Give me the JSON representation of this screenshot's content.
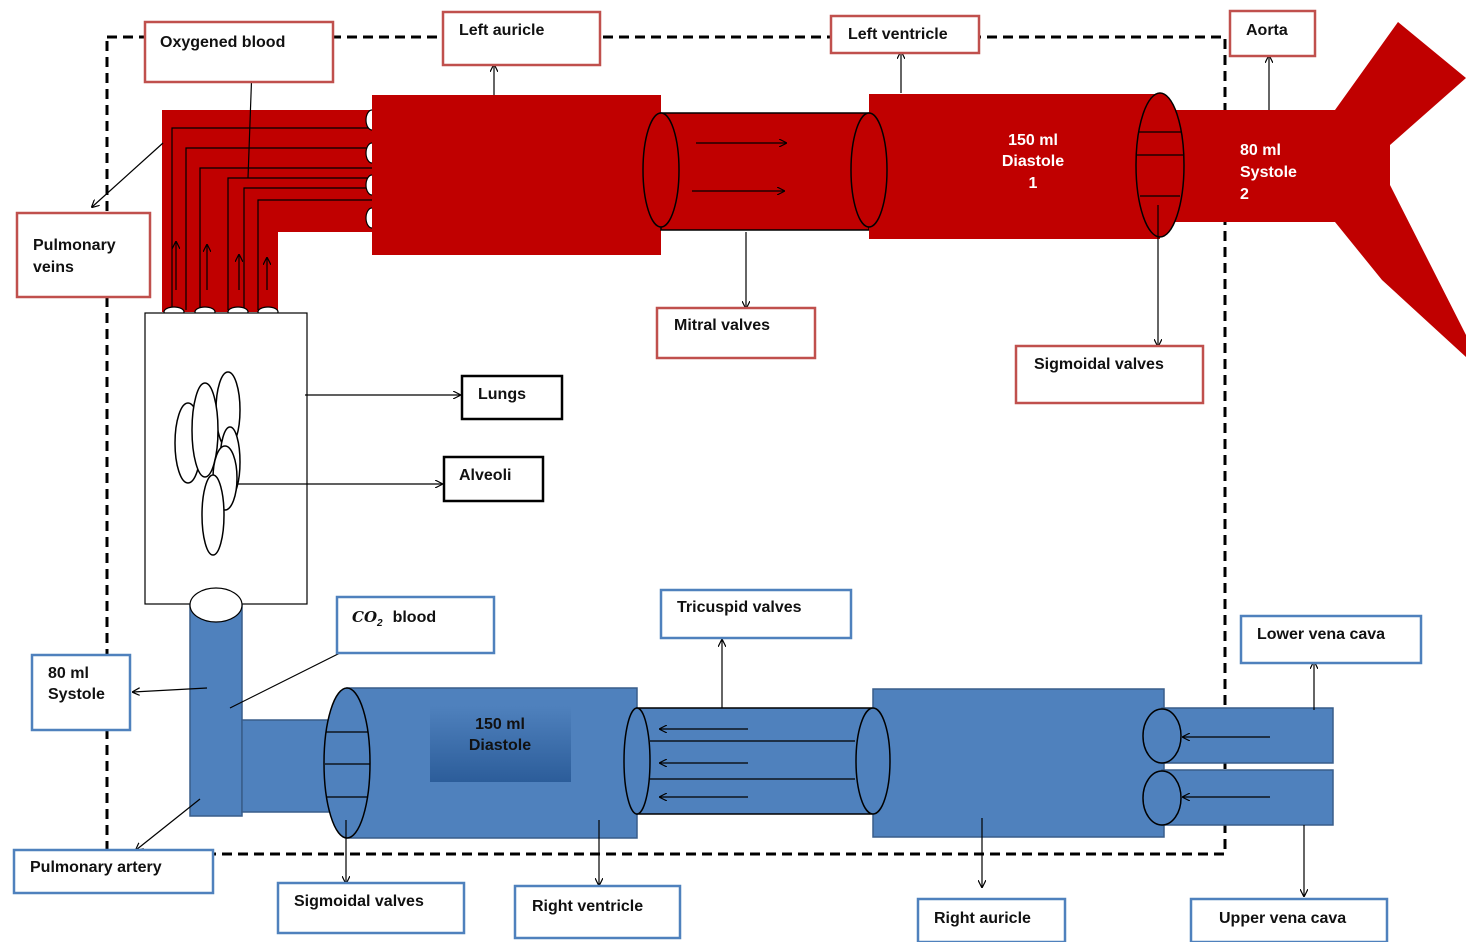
{
  "colors": {
    "oxygenated": "#c00000",
    "deoxygenated": "#4f81bd",
    "oxy_label_border": "#c0504d",
    "deoxy_label_border": "#4f81bd",
    "neutral_label_border": "#000000"
  },
  "labels": {
    "oxygened_blood": "Oxygened blood",
    "left_auricle": "Left auricle",
    "left_ventricle": "Left ventricle",
    "aorta": "Aorta",
    "pulmonary_veins_1": "Pulmonary",
    "pulmonary_veins_2": "veins",
    "mitral_valves": "Mitral valves",
    "sigmoidal_valves_top": "Sigmoidal valves",
    "lungs": "Lungs",
    "alveoli": "Alveoli",
    "co2_symbol": "CO",
    "co2_sub": "2",
    "co2_blood": "blood",
    "tricuspid_valves": "Tricuspid valves",
    "lower_vena_cava": "Lower vena cava",
    "systole_80_volume": "80 ml",
    "systole_80_phase": "Systole",
    "pulmonary_artery": "Pulmonary artery",
    "sigmoidal_valves_bottom": "Sigmoidal valves",
    "right_ventricle": "Right ventricle",
    "right_auricle": "Right auricle",
    "upper_vena_cava": "Upper vena cava"
  },
  "chamber_text": {
    "lv_volume": "150 ml",
    "lv_phase": "Diastole",
    "lv_step": "1",
    "aorta_volume": "80 ml",
    "aorta_phase": "Systole",
    "aorta_step": "2",
    "rv_volume": "150 ml",
    "rv_phase": "Diastole"
  }
}
